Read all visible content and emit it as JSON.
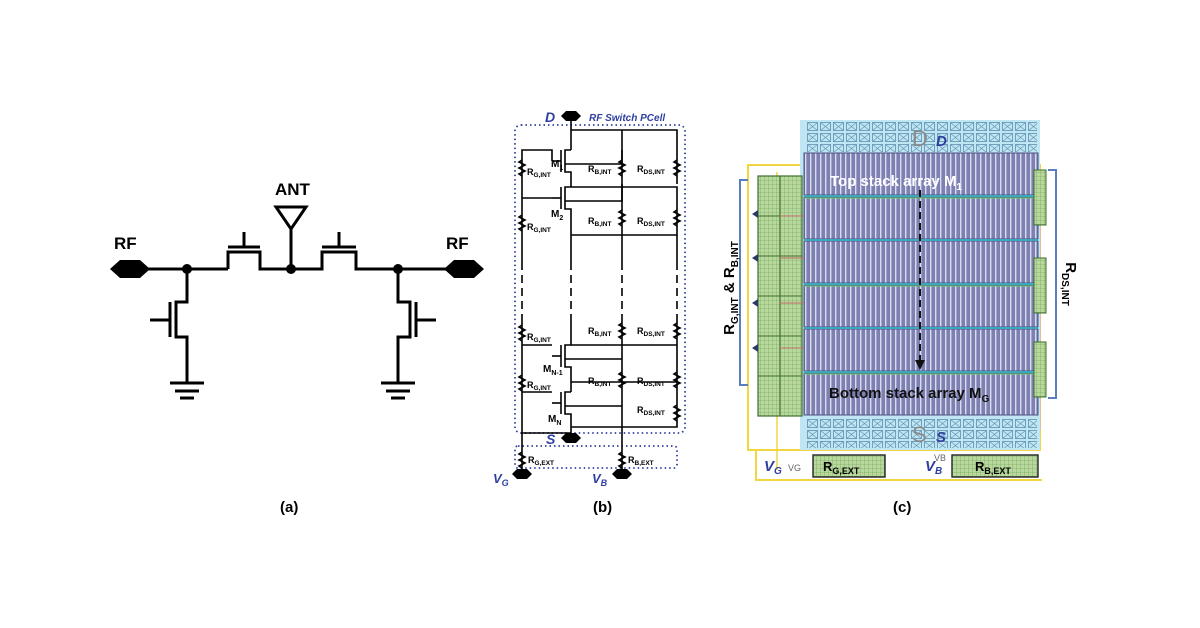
{
  "panel_a": {
    "label": "(a)",
    "rf_left": "RF",
    "rf_right": "RF",
    "ant": "ANT"
  },
  "panel_b": {
    "label": "(b)",
    "node_d": "D",
    "node_s": "S",
    "pcell_title": "RF Switch PCell",
    "vg": "V",
    "vg_sub": "G",
    "vb": "V",
    "vb_sub": "B",
    "transistors": [
      {
        "name": "M",
        "sub": "1"
      },
      {
        "name": "M",
        "sub": "2"
      },
      {
        "name": "M",
        "sub": "N-1"
      },
      {
        "name": "M",
        "sub": "N"
      }
    ],
    "r_g_int": {
      "main": "R",
      "sub": "G,INT"
    },
    "r_b_int": {
      "main": "R",
      "sub": "B,INT"
    },
    "r_ds_int": {
      "main": "R",
      "sub": "DS,INT"
    },
    "r_g_ext": {
      "main": "R",
      "sub": "G,EXT"
    },
    "r_b_ext": {
      "main": "R",
      "sub": "B,EXT"
    }
  },
  "panel_c": {
    "label": "(c)",
    "d_gray": "D",
    "d_blue": "D",
    "s_gray": "S",
    "s_blue": "S",
    "top_array": {
      "main": "Top stack array M",
      "sub": "1"
    },
    "bottom_array": {
      "main": "Bottom stack array M",
      "sub": "G"
    },
    "left_label": {
      "r": "R",
      "s1": "G,INT",
      "amp": " & ",
      "r2": "R",
      "s2": "B,INT"
    },
    "right_label": {
      "r": "R",
      "s": "DS,INT"
    },
    "vg": {
      "main": "V",
      "sub": "G",
      "small": "VG"
    },
    "vb": {
      "main": "V",
      "sub": "B",
      "small": "VB"
    },
    "rg_ext": {
      "main": "R",
      "sub": "G,EXT"
    },
    "rb_ext": {
      "main": "R",
      "sub": "B,EXT"
    },
    "colors": {
      "substrate": "#bfe6f2",
      "array": "#7d7fae",
      "pad_green": "#b6d8a0",
      "yellow": "#f4dc3a",
      "label_blue": "#2f3fa0"
    }
  }
}
